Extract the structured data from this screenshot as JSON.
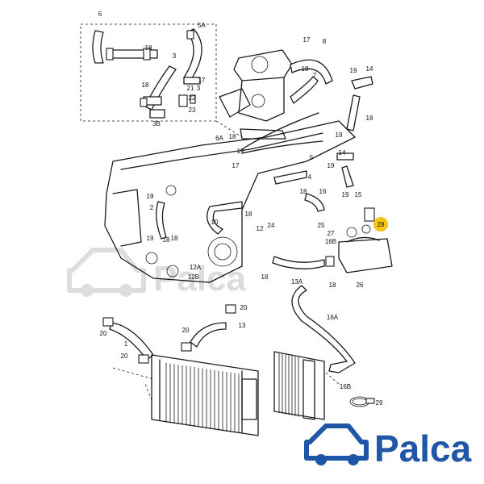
{
  "diagram": {
    "part_labels": [
      "6",
      "5A",
      "18",
      "3",
      "3",
      "18",
      "17",
      "21",
      "22",
      "23",
      "3B",
      "17",
      "8",
      "18",
      "7",
      "19",
      "14",
      "18",
      "19",
      "14",
      "6A",
      "18",
      "19",
      "17",
      "5",
      "19",
      "18",
      "19",
      "16",
      "18",
      "15",
      "1",
      "19",
      "2",
      "19",
      "18",
      "10",
      "12",
      "24",
      "25",
      "27",
      "16B",
      "28",
      "12A",
      "12B",
      "18",
      "13A",
      "18",
      "26",
      "20",
      "20",
      "13",
      "20",
      "20",
      "16A",
      "16B",
      "29",
      "18",
      "4"
    ],
    "highlight_label": "28",
    "highlight_color": "#f5c518"
  },
  "watermark": {
    "text": "Palca"
  },
  "logo": {
    "text": "Palca",
    "color": "#1f56a8",
    "icon": "car-icon"
  }
}
